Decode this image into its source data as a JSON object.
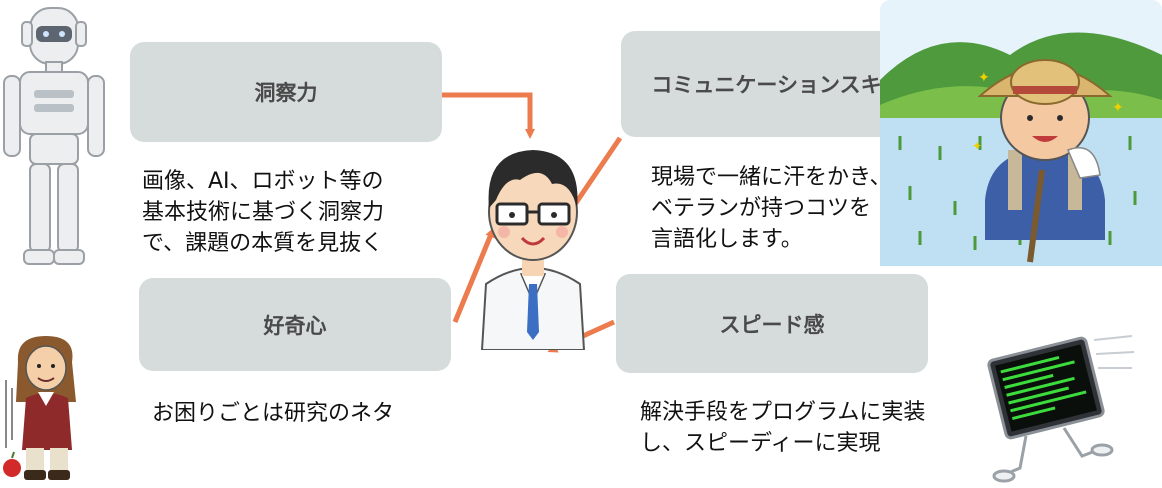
{
  "skills": {
    "observation": {
      "title": "洞察力",
      "lines": [
        "画像、AI、ロボット等の",
        "基本技術に基づく洞察力",
        "で、課題の本質を見抜く"
      ]
    },
    "communication": {
      "title": "コミュニケーションスキル",
      "lines": [
        "現場で一緒に汗をかき、",
        "ベテランが持つコツを",
        "言語化します。"
      ]
    },
    "curiosity": {
      "title": "好奇心",
      "lines": [
        "お困りごとは研究のネタ"
      ]
    },
    "speed": {
      "title": "スピード感",
      "lines": [
        "解決手段をプログラムに実装",
        "し、スピーディーに実現"
      ]
    }
  },
  "colors": {
    "box": "#d6dcdc",
    "arrow": "#ec7b4d"
  },
  "icons": [
    "robot-icon",
    "researcher-icon",
    "farmer-icon",
    "scientist-icon",
    "apple-icon",
    "running-computer-icon"
  ]
}
